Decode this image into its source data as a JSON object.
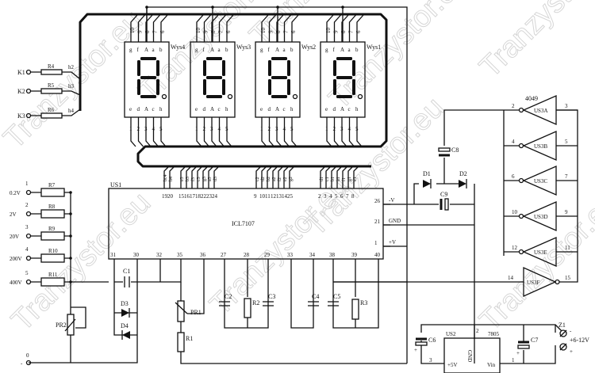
{
  "watermark": "Tranzystor.eu",
  "displays": [
    {
      "label": "Wys4"
    },
    {
      "label": "Wys3"
    },
    {
      "label": "Wys2"
    },
    {
      "label": "Wys1"
    }
  ],
  "display_pins_top": [
    "10",
    "9",
    "8",
    "7",
    "6"
  ],
  "display_segs_top": [
    "g",
    "f",
    "A",
    "a",
    "b"
  ],
  "display_segs_bottom": [
    "e",
    "d",
    "A",
    "c",
    "h"
  ],
  "display_pins_bottom": [
    "1",
    "2",
    "3",
    "4",
    "5"
  ],
  "digit_keys": [
    {
      "key": "K1",
      "res": "R4",
      "line": "h2"
    },
    {
      "key": "K2",
      "res": "R5",
      "line": "h3"
    },
    {
      "key": "K3",
      "res": "R6",
      "line": "h4"
    }
  ],
  "ranges": [
    {
      "num": "1",
      "label": "0.2V",
      "res": "R7"
    },
    {
      "num": "2",
      "label": "2V",
      "res": "R8"
    },
    {
      "num": "3",
      "label": "20V",
      "res": "R9"
    },
    {
      "num": "4",
      "label": "200V",
      "res": "R10"
    },
    {
      "num": "5",
      "label": "400V",
      "res": "R11"
    }
  ],
  "common": {
    "num": "0",
    "label": "-"
  },
  "us1": {
    "ref": "US1",
    "part": "ICL7107",
    "top_pins": [
      "19",
      "20",
      "15",
      "16",
      "17",
      "18",
      "22",
      "23",
      "24",
      "9",
      "10",
      "11",
      "12",
      "13",
      "14",
      "25",
      "2",
      "3",
      "4",
      "5",
      "6",
      "7",
      "8"
    ],
    "top_signals": [
      "bc4",
      "h4",
      "e3",
      "b3",
      "f3",
      "c3",
      "g3",
      "a3",
      "d3",
      "c2",
      "d2",
      "b2",
      "a2",
      "f2",
      "e2",
      "g2",
      "d1",
      "c1",
      "b1",
      "a1",
      "f1",
      "g1",
      "e1"
    ],
    "bottom_pins": [
      "31",
      "30",
      "32",
      "35",
      "36",
      "27",
      "28",
      "29",
      "33",
      "34",
      "38",
      "39",
      "40"
    ],
    "right_pins": [
      {
        "pin": "26",
        "net": "-V"
      },
      {
        "pin": "21",
        "net": "GND"
      },
      {
        "pin": "1",
        "net": "+V"
      }
    ]
  },
  "components": {
    "C1": "C1",
    "D3": "D3",
    "D4": "D4",
    "PR2": "PR2",
    "PR1": "PR1",
    "R1": "R1",
    "C2": "C2",
    "R2": "R2",
    "C3": "C3",
    "C4": "C4",
    "C5": "C5",
    "R3": "R3",
    "C8": "C8",
    "D1": "D1",
    "D2": "D2",
    "C9": "C9",
    "C6": "C6",
    "C7": "C7"
  },
  "us3": {
    "part": "4049",
    "gates": [
      {
        "name": "US3A",
        "in": "2",
        "out": "3"
      },
      {
        "name": "US3B",
        "in": "4",
        "out": "5"
      },
      {
        "name": "US3C",
        "in": "6",
        "out": "7"
      },
      {
        "name": "US3D",
        "in": "10",
        "out": "9"
      },
      {
        "name": "US3E",
        "in": "12",
        "out": "11"
      },
      {
        "name": "US3F",
        "in": "14",
        "out": "15"
      }
    ]
  },
  "us2": {
    "ref": "US2",
    "part": "7805",
    "gnd": "GND",
    "out": "+5V",
    "in": "Vin",
    "pin_gnd": "2",
    "pin_out": "3",
    "pin_in": "1"
  },
  "power": {
    "connector": "Z1",
    "label": "+6-12V",
    "minus": "-",
    "plus": "+"
  }
}
